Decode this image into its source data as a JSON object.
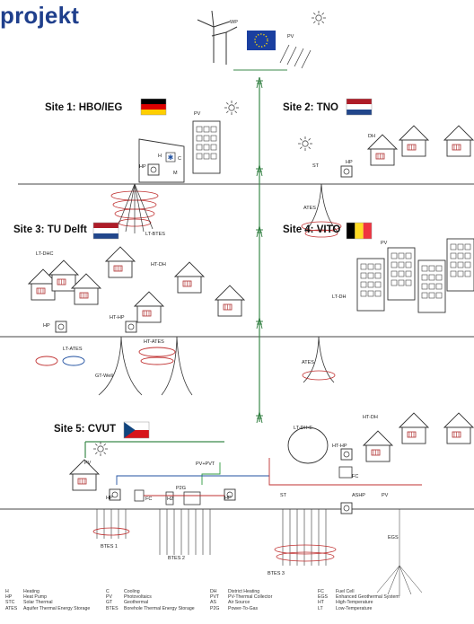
{
  "title": "projekt",
  "sites": [
    {
      "label": "Site 1: HBO/IEG",
      "flag": [
        "#000000",
        "#dd0000",
        "#ffce00"
      ],
      "flag_dir": "h"
    },
    {
      "label": "Site 2: TNO",
      "flag": [
        "#ae1c28",
        "#ffffff",
        "#21468b"
      ],
      "flag_dir": "h"
    },
    {
      "label": "Site 3: TU Delft",
      "flag": [
        "#ae1c28",
        "#ffffff",
        "#21468b"
      ],
      "flag_dir": "h"
    },
    {
      "label": "Site 4: VITO",
      "flag": [
        "#000000",
        "#fdda24",
        "#ef3340"
      ],
      "flag_dir": "v"
    },
    {
      "label": "Site 5: CVUT",
      "flag": [
        "#ffffff",
        "#d7141a",
        "#11457e"
      ],
      "flag_dir": "cz"
    }
  ],
  "labels": {
    "wp": "WP",
    "pv_top": "PV",
    "s1_pv": "PV",
    "s1_hp": "HP",
    "s1_h": "H",
    "s1_c": "C",
    "s1_m": "M",
    "s1_bte": "LT-BTES",
    "s2_dh": "DH",
    "s2_st": "ST",
    "s2_hp": "HP",
    "s2_ates": "ATES",
    "s3_ltdhc": "LT-DHC",
    "s3_htdh": "HT-DH",
    "s3_hp": "HP",
    "s3_hthp": "HT-HP",
    "s3_ltates": "LT-ATES",
    "s3_htates": "HT-ATES",
    "s3_gtwell": "GT-Well",
    "s4_pv": "PV",
    "s4_ltdh": "LT-DH",
    "s4_ates": "ATES",
    "s5_pv": "PV",
    "s5_pvpvt": "PV+PVT",
    "s5_p2g": "P2G",
    "s5_h2": "H2",
    "s5_hp1": "HP",
    "s5_fc1": "FC",
    "s5_hp2": "HP",
    "s5_st": "ST",
    "s5_ashp": "ASHP",
    "s5_pv2": "PV",
    "s5_ltdhe": "LT-DH-E",
    "s5_hthp": "HT-HP",
    "s5_fc2": "FC",
    "s5_htdh": "HT-DH",
    "s5_btes1": "BTES 1",
    "s5_btes2": "BTES 2",
    "s5_btes3": "BTES 3",
    "s5_egs": "EGS"
  },
  "legend": [
    [
      [
        "H",
        "Heating"
      ],
      [
        "HP",
        "Heat Pump"
      ],
      [
        "STC",
        "Solar Thermal"
      ],
      [
        "ATES",
        "Aquifer Thermal Energy Storage"
      ]
    ],
    [
      [
        "C",
        "Cooling"
      ],
      [
        "PV",
        "Photovoltaics"
      ],
      [
        "GT",
        "Geothermal"
      ],
      [
        "BTES",
        "Borehole Thermal Energy Storage"
      ]
    ],
    [
      [
        "DH",
        "District Heating"
      ],
      [
        "PVT",
        "PV-Thermal Collector"
      ],
      [
        "AS",
        "Air Source"
      ],
      [
        "P2G",
        "Power-To-Gas"
      ]
    ],
    [
      [
        "FC",
        "Fuel Cell"
      ],
      [
        "EGS",
        "Enhanced Geothermal System"
      ],
      [
        "HT",
        "High-Temperature"
      ],
      [
        "LT",
        "Low-Temperature"
      ]
    ]
  ]
}
